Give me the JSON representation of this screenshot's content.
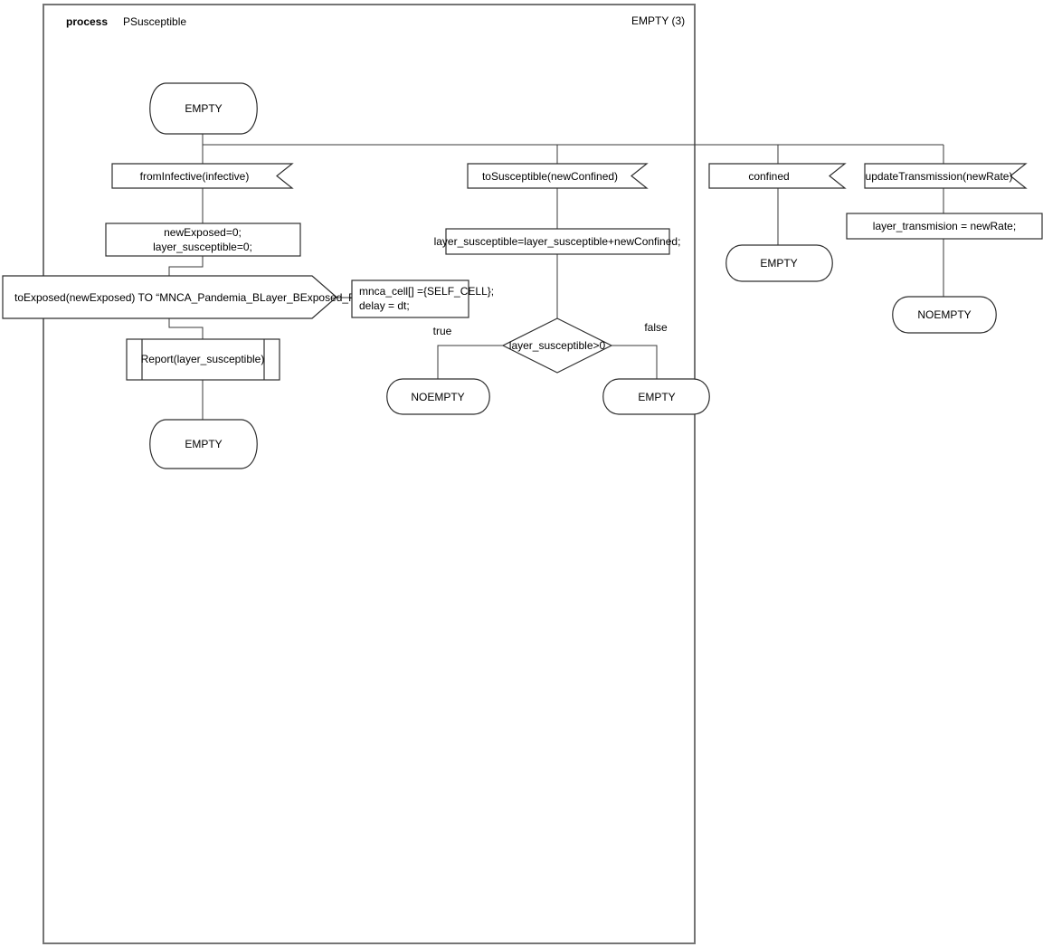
{
  "header": {
    "process_label": "process",
    "process_name": "PSusceptible",
    "state_indicator": "EMPTY (3)"
  },
  "states": {
    "initial": "EMPTY",
    "after_report": "EMPTY",
    "true_branch": "NOEMPTY",
    "false_branch": "EMPTY",
    "after_confined": "EMPTY",
    "after_update": "NOEMPTY"
  },
  "signals": {
    "from_infective": "fromInfective(infective)",
    "to_susceptible": "toSusceptible(newConfined)",
    "confined": "confined",
    "update_transmission": "updateTransmission(newRate)"
  },
  "tasks": {
    "init_line1": "newExposed=0;",
    "init_line2": "layer_susceptible=0;",
    "accumulate": "layer_susceptible=layer_susceptible+newConfined;",
    "set_rate": "layer_transmision = newRate;"
  },
  "output": {
    "label": "toExposed(newExposed) TO “MNCA_Pandemia_BLayer_BExposed_PExposed”"
  },
  "comment": {
    "line1": "mnca_cell[] ={SELF_CELL};",
    "line2": "delay = dt;"
  },
  "procedure": {
    "label": "Report(layer_susceptible)"
  },
  "decision": {
    "condition": "layer_susceptible>0",
    "true_label": "true",
    "false_label": "false"
  },
  "colors": {
    "frame": "#757575",
    "shape_stroke": "#2e2e2e",
    "connector": "#3a3a3a",
    "background": "#ffffff",
    "text": "#000000"
  }
}
